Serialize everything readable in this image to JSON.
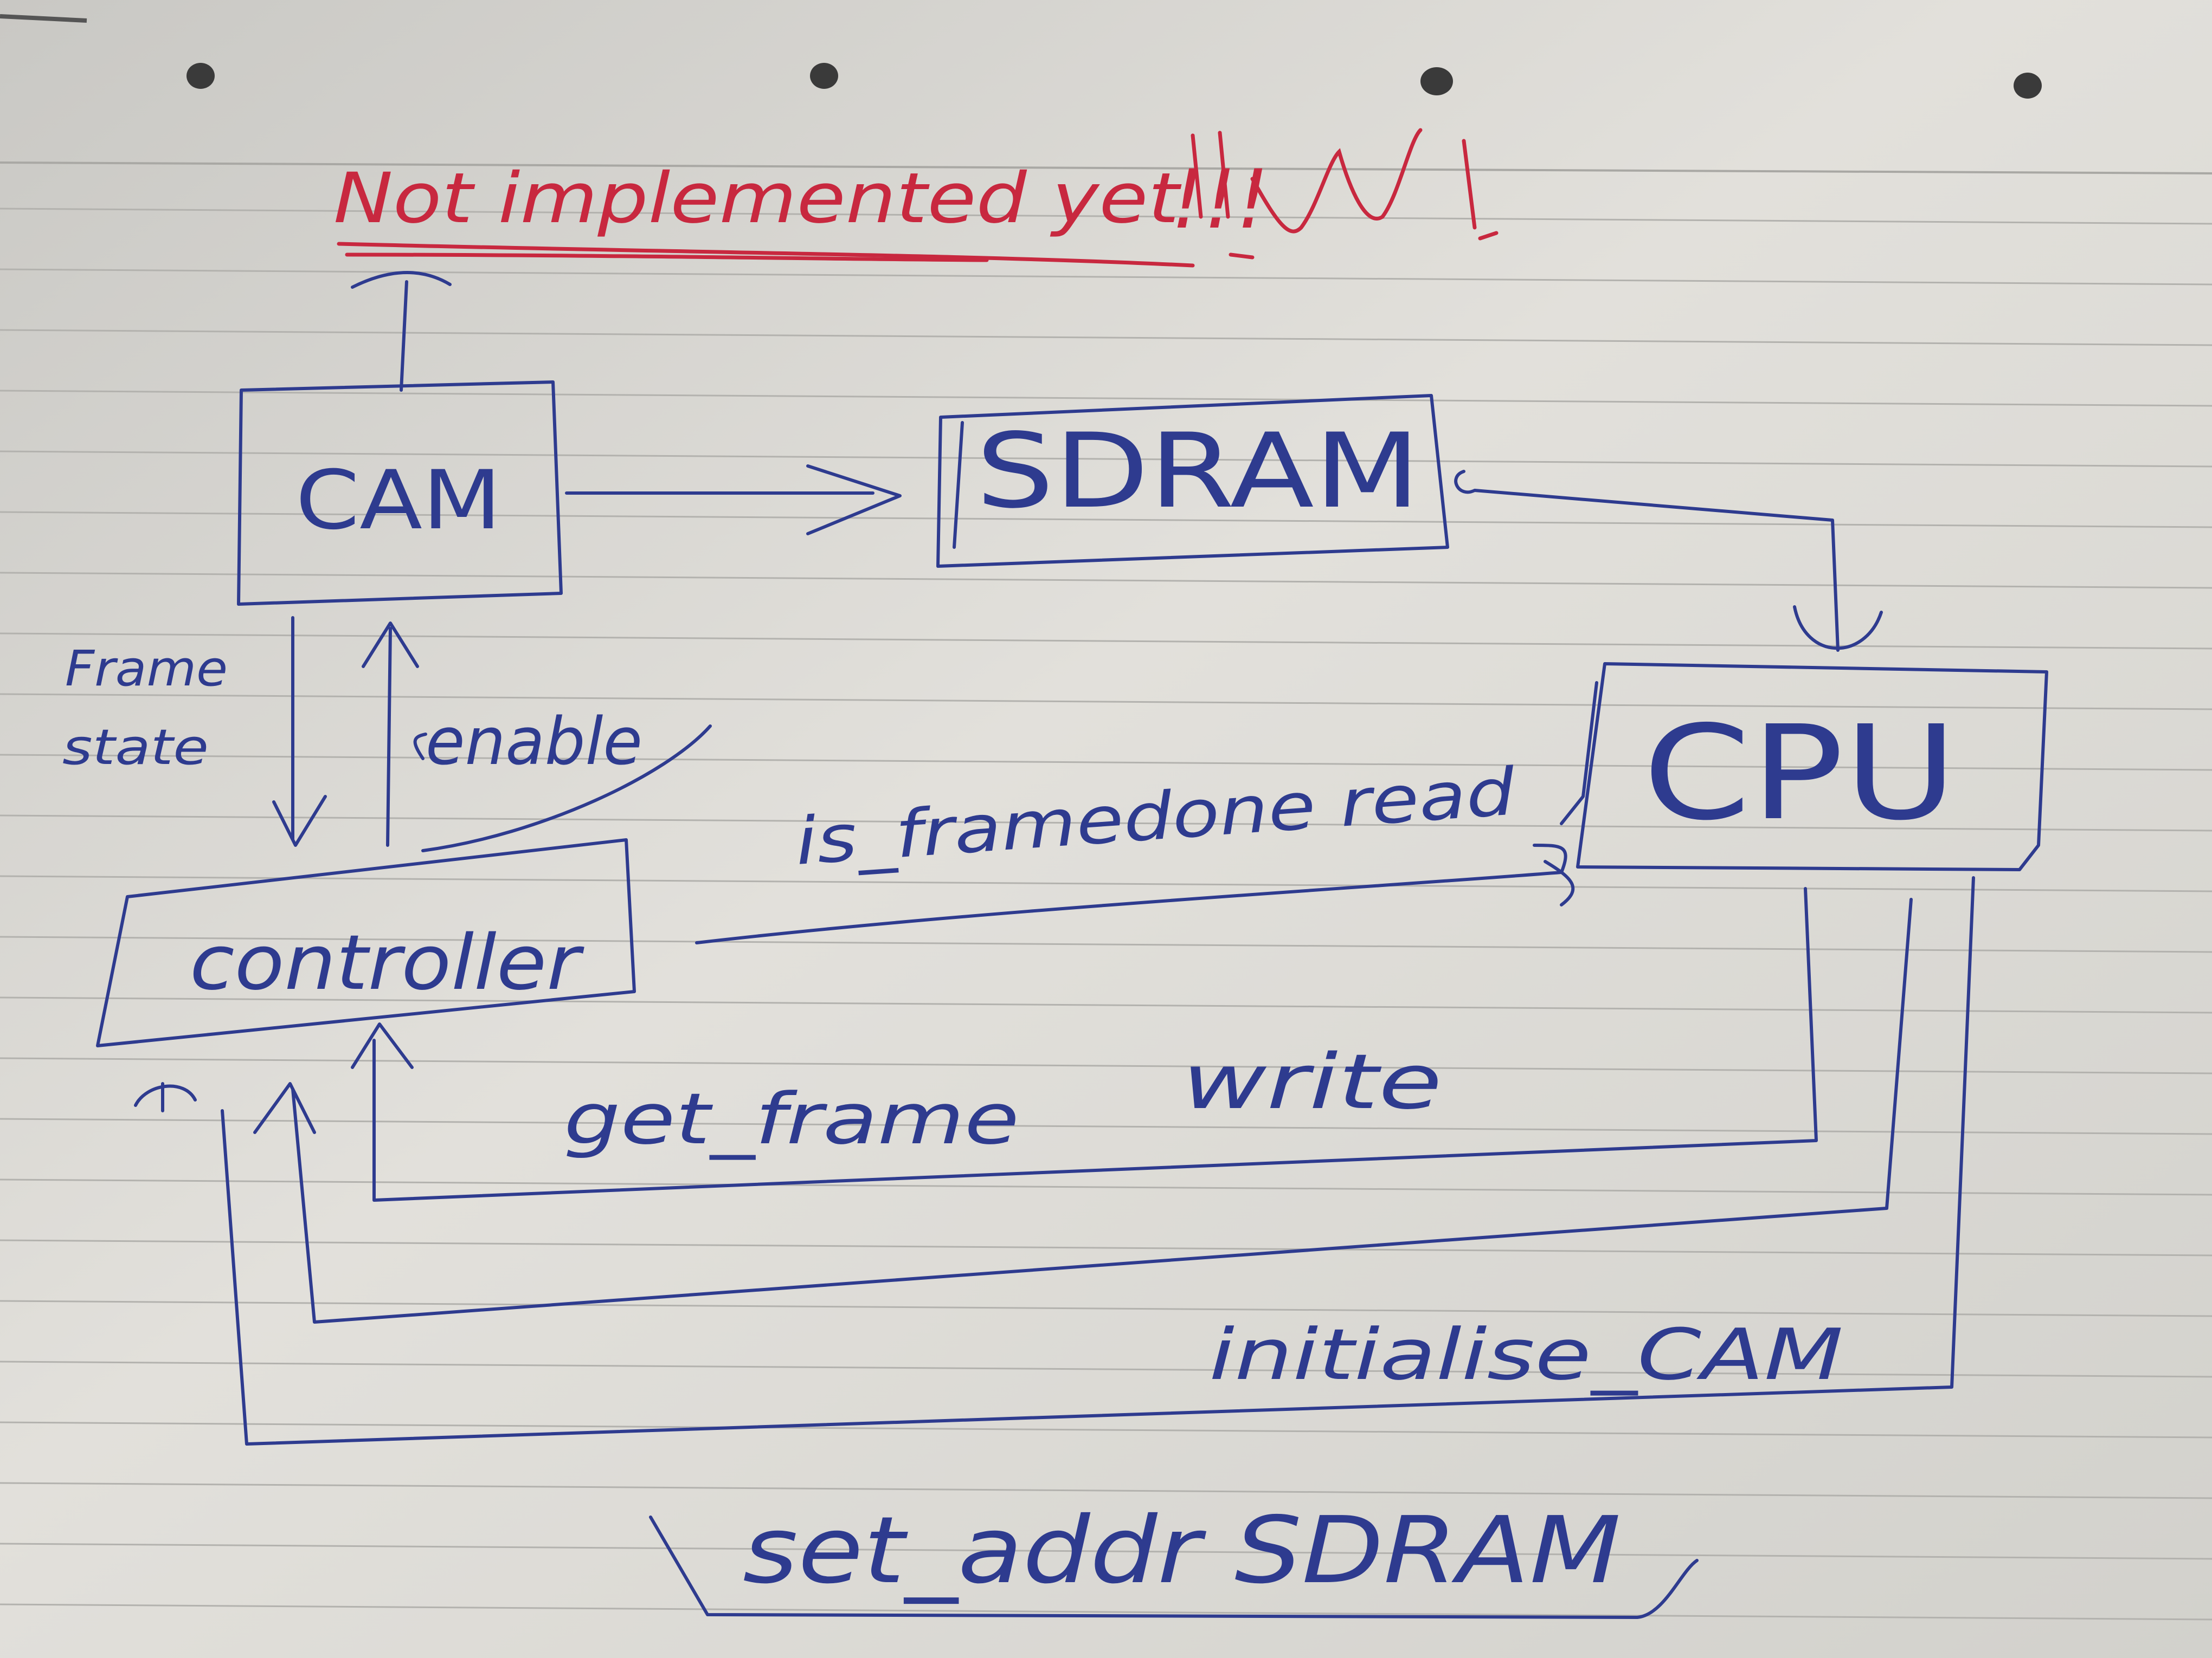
{
  "colors": {
    "paper": "#dedcd6",
    "ink": "#2e3b8f",
    "red_ink": "#c8283f",
    "rule": "#b9b8b4"
  },
  "nodes": {
    "cam": "CAM",
    "sdram": "SDRAM",
    "cpu": "CPU",
    "controller": "controller"
  },
  "annotation": {
    "not_implemented": "Not implemented yet",
    "exclaim": "!!!"
  },
  "edges": {
    "frame_state_1": "Frame",
    "frame_state_2": "state",
    "enable": "enable",
    "is_framedone_read": "is_framedone read",
    "get_frame": "get_frame",
    "write": "write",
    "initialise_cam": "initialise_CAM",
    "set_addr_sdram": "set_addr SDRAM"
  }
}
